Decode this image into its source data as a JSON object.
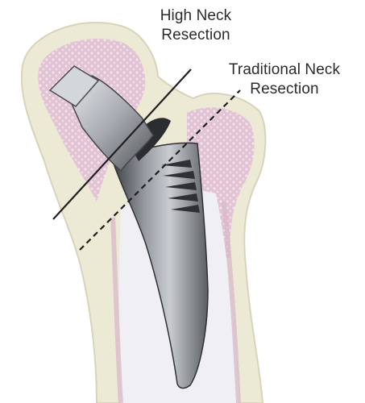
{
  "labels": {
    "high_neck": {
      "line1": "High Neck",
      "line2": "Resection"
    },
    "traditional_neck": {
      "line1": "Traditional Neck",
      "line2": "Resection"
    }
  },
  "colors": {
    "bone_cortex": "#ebe8d3",
    "cancellous_bone": "#ddb9cb",
    "medullary_canal": "#ededf2",
    "implant_metal": "#8a8d92",
    "implant_dark": "#3a3c40",
    "cut_line": "#222222"
  }
}
